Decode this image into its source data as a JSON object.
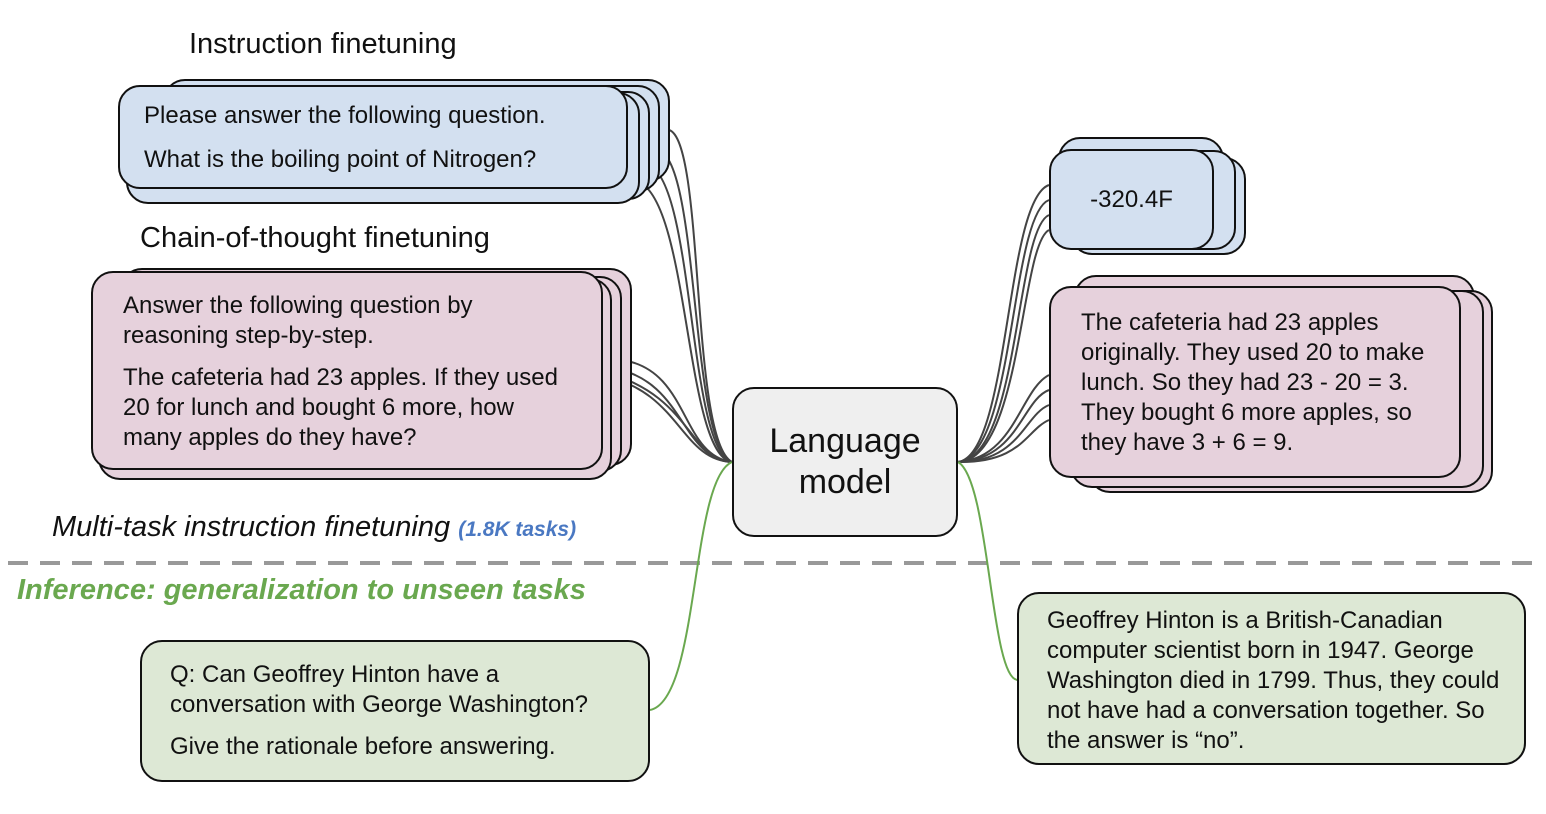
{
  "sections": {
    "instruction_title": "Instruction finetuning",
    "cot_title": "Chain-of-thought finetuning",
    "multitask_title": "Multi-task instruction finetuning",
    "multitask_count": "(1.8K tasks)",
    "inference_title": "Inference: generalization to unseen tasks"
  },
  "inputs": {
    "instruction": {
      "line1": "Please answer the following question.",
      "line2": "What is the boiling point of Nitrogen?"
    },
    "cot": {
      "line1": "Answer the following question by reasoning step-by-step.",
      "line2": "The cafeteria had 23 apples. If they used 20 for lunch and bought 6 more, how many apples do they have?"
    },
    "inference": {
      "line1": "Q: Can Geoffrey Hinton have a conversation with George Washington?",
      "line2": "Give the rationale before answering."
    }
  },
  "model": {
    "label": "Language model"
  },
  "outputs": {
    "instruction_answer": "-320.4F",
    "cot_answer": "The cafeteria had 23 apples originally. They used 20 to make lunch. So they had 23 - 20 = 3. They bought 6 more apples, so they have 3 + 6 = 9.",
    "inference_answer": "Geoffrey Hinton is a British-Canadian computer scientist born in 1947. George Washington died in 1799. Thus, they could not have had a conversation together. So the answer is “no”."
  },
  "colors": {
    "blue_card": "#d3e0f0",
    "pink_card": "#e6d1dc",
    "green_card": "#dde8d5",
    "model_box": "#efefef",
    "green_accent": "#6aa84f",
    "tasks_blue": "#4a78c2",
    "divider": "#999999"
  }
}
